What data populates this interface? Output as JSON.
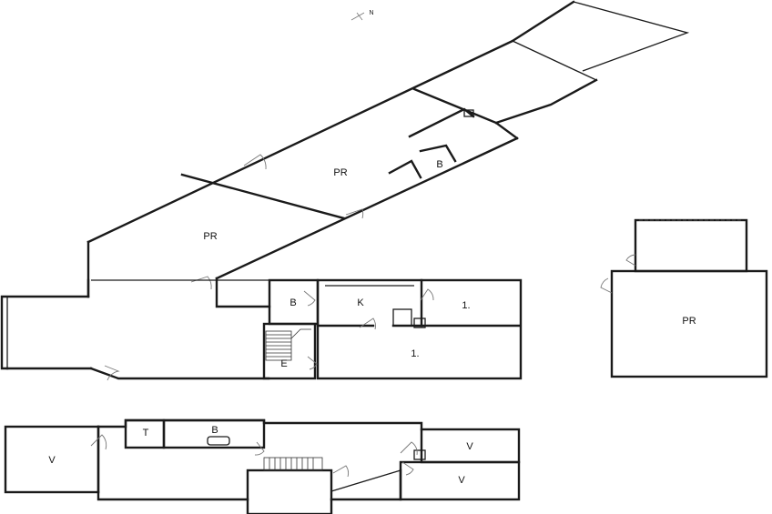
{
  "compass": {
    "label": "N",
    "icon": "north-arrow-icon"
  },
  "rooms": {
    "outbuilding_pr_1": "PR",
    "outbuilding_pr_2": "PR",
    "outbuilding_b": "B",
    "ground_b": "B",
    "ground_k": "K",
    "ground_room_1a": "1.",
    "ground_room_1b": "1.",
    "ground_e": "E",
    "annex_pr": "PR",
    "upper_v_left": "V",
    "upper_t": "T",
    "upper_b": "B",
    "upper_v_right_top": "V",
    "upper_v_right_bottom": "V"
  }
}
